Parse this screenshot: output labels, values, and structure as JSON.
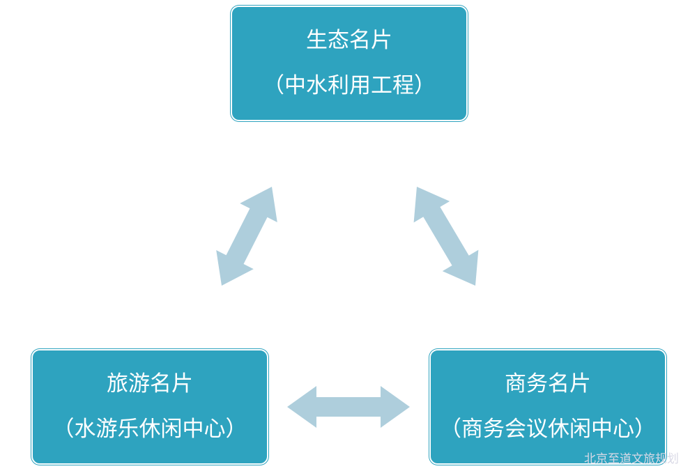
{
  "nodes": {
    "top": {
      "title": "生态名片",
      "subtitle": "（中水利用工程）"
    },
    "left": {
      "title": "旅游名片",
      "subtitle": "（水游乐休闲中心）"
    },
    "right": {
      "title": "商务名片",
      "subtitle": "（商务会议休闲中心）"
    }
  },
  "connections": [
    {
      "from": "top",
      "to": "left",
      "type": "bidirectional"
    },
    {
      "from": "top",
      "to": "right",
      "type": "bidirectional"
    },
    {
      "from": "left",
      "to": "right",
      "type": "bidirectional"
    }
  ],
  "watermark": "北京至道文旅规划",
  "colors": {
    "node_fill": "#2ea3bf",
    "arrow_fill": "#aecedc",
    "text": "#ffffff"
  }
}
